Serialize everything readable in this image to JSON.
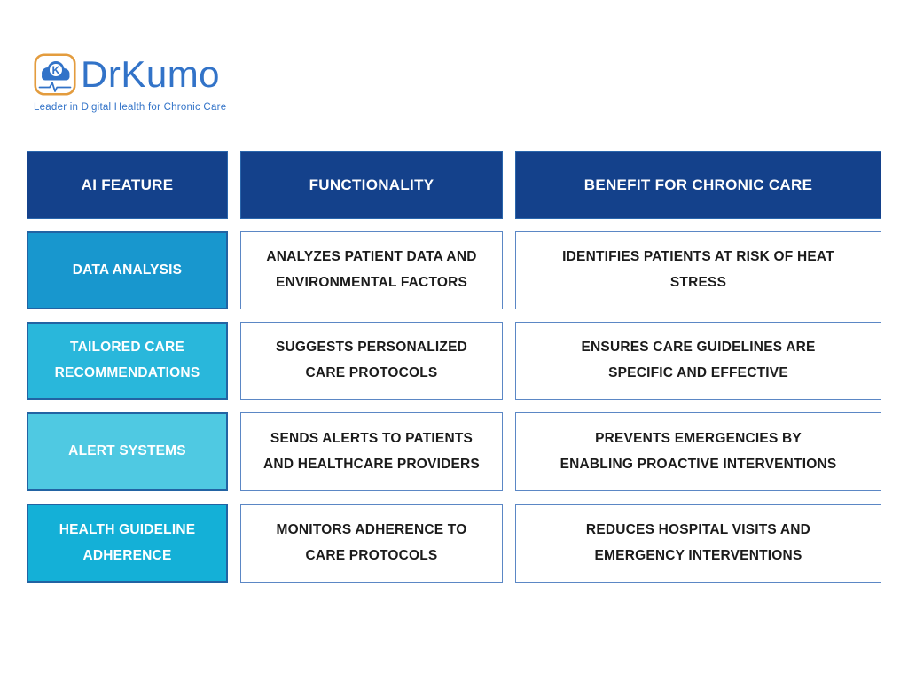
{
  "logo": {
    "brand": "DrKumo",
    "tagline": "Leader in Digital Health for Chronic Care",
    "icon": "cloud-k-heartbeat-icon",
    "colors": {
      "brand_blue": "#3273c8",
      "icon_border_orange": "#e39c3e"
    }
  },
  "table": {
    "headers": [
      {
        "label": "AI FEATURE"
      },
      {
        "label": "FUNCTIONALITY"
      },
      {
        "label": "BENEFIT FOR CHRONIC CARE"
      }
    ],
    "rows": [
      {
        "feature": "DATA ANALYSIS",
        "feature_color": "#1897ce",
        "functionality": "ANALYZES PATIENT DATA AND ENVIRONMENTAL FACTORS",
        "benefit": "IDENTIFIES PATIENTS AT RISK OF HEAT STRESS"
      },
      {
        "feature": "TAILORED CARE RECOMMENDATIONS",
        "feature_color": "#29b7db",
        "functionality": "SUGGESTS PERSONALIZED CARE PROTOCOLS",
        "benefit": "ENSURES CARE GUIDELINES ARE SPECIFIC AND EFFECTIVE"
      },
      {
        "feature": "ALERT SYSTEMS",
        "feature_color": "#4fc9e2",
        "functionality": "SENDS ALERTS TO PATIENTS AND HEALTHCARE PROVIDERS",
        "benefit": "PREVENTS EMERGENCIES BY ENABLING PROACTIVE INTERVENTIONS"
      },
      {
        "feature": "HEALTH GUIDELINE ADHERENCE",
        "feature_color": "#14b0d7",
        "functionality": "MONITORS ADHERENCE TO CARE PROTOCOLS",
        "benefit": "REDUCES HOSPITAL VISITS AND EMERGENCY INTERVENTIONS"
      }
    ],
    "colors": {
      "header_bg": "#14418b",
      "header_text": "#ffffff",
      "body_cell_border": "#5b87c5",
      "feature_cell_border": "#2263a3",
      "body_text": "#1b1b1b"
    }
  },
  "chart_data": {
    "type": "table",
    "title": "DrKumo AI features for chronic care",
    "columns": [
      "AI FEATURE",
      "FUNCTIONALITY",
      "BENEFIT FOR CHRONIC CARE"
    ],
    "rows": [
      [
        "DATA ANALYSIS",
        "ANALYZES PATIENT DATA AND ENVIRONMENTAL FACTORS",
        "IDENTIFIES PATIENTS AT RISK OF HEAT STRESS"
      ],
      [
        "TAILORED CARE RECOMMENDATIONS",
        "SUGGESTS PERSONALIZED CARE PROTOCOLS",
        "ENSURES CARE GUIDELINES ARE SPECIFIC AND EFFECTIVE"
      ],
      [
        "ALERT SYSTEMS",
        "SENDS ALERTS TO PATIENTS AND HEALTHCARE PROVIDERS",
        "PREVENTS EMERGENCIES BY ENABLING PROACTIVE INTERVENTIONS"
      ],
      [
        "HEALTH GUIDELINE ADHERENCE",
        "MONITORS ADHERENCE TO CARE PROTOCOLS",
        "REDUCES HOSPITAL VISITS AND EMERGENCY INTERVENTIONS"
      ]
    ],
    "legend_position": "none",
    "grid": false
  }
}
